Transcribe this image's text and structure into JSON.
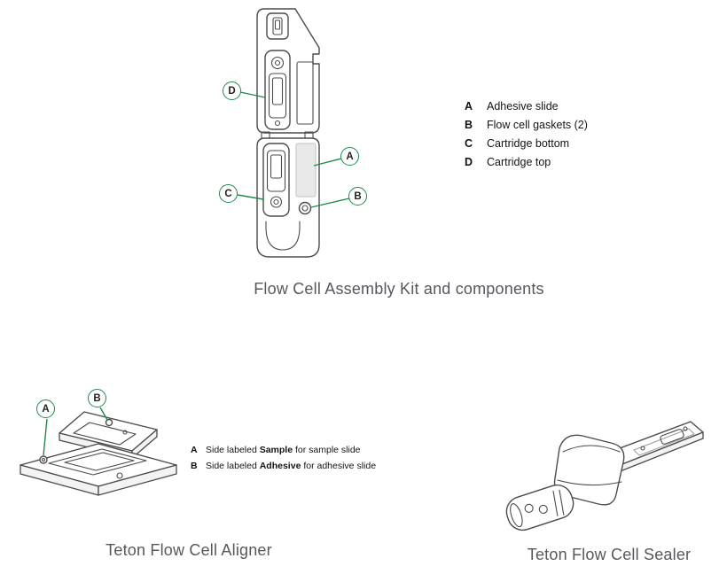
{
  "colors": {
    "accent": "#1e8a4d",
    "caption": "#55585c",
    "line": "#4b4b4b",
    "line_light": "#9b9b9b",
    "slide_fill": "#e9e9e9",
    "face_fill": "#f3f3f3"
  },
  "assembly_kit": {
    "caption": "Flow Cell Assembly Kit and components",
    "callouts": {
      "a": "A",
      "b": "B",
      "c": "C",
      "d": "D"
    },
    "legend": [
      {
        "key": "A",
        "label": "Adhesive slide"
      },
      {
        "key": "B",
        "label": "Flow cell gaskets (2)"
      },
      {
        "key": "C",
        "label": "Cartridge bottom"
      },
      {
        "key": "D",
        "label": "Cartridge top"
      }
    ]
  },
  "aligner": {
    "caption": "Teton Flow Cell Aligner",
    "callouts": {
      "a": "A",
      "b": "B"
    },
    "legend": [
      {
        "key": "A",
        "pre": "Side labeled ",
        "bold": "Sample",
        "post": " for sample slide"
      },
      {
        "key": "B",
        "pre": "Side labeled ",
        "bold": "Adhesive",
        "post": " for adhesive slide"
      }
    ]
  },
  "sealer": {
    "caption": "Teton Flow Cell Sealer"
  }
}
